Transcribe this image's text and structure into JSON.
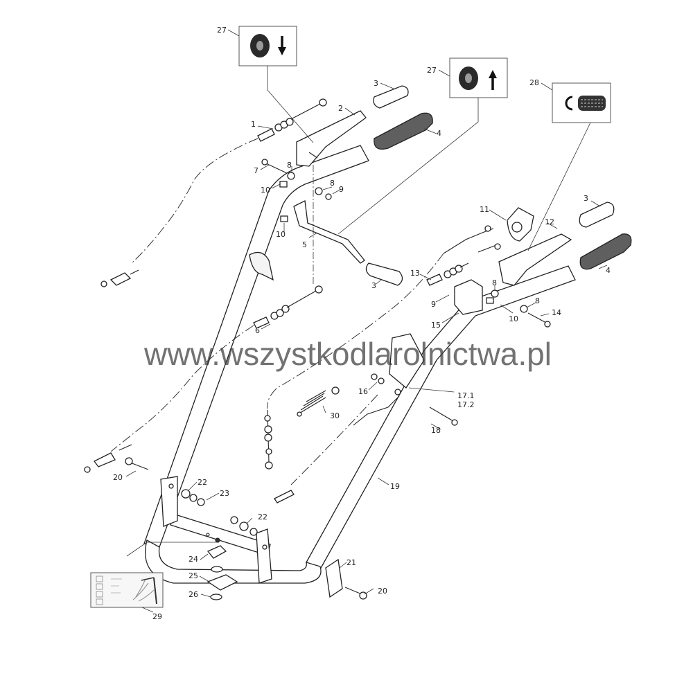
{
  "watermark": "www.wszystkodlarolnictwa.pl",
  "labels": {
    "p1": "1",
    "p2": "2",
    "p3a": "3",
    "p3b": "3",
    "p3c": "3",
    "p4a": "4",
    "p4b": "4",
    "p5": "5",
    "p6": "6",
    "p7": "7",
    "p8a": "8",
    "p8b": "8",
    "p8c": "8",
    "p8d": "8",
    "p9a": "9",
    "p9b": "9",
    "p10a": "10",
    "p10b": "10",
    "p10c": "10",
    "p11": "11",
    "p12": "12",
    "p13": "13",
    "p14": "14",
    "p15": "15",
    "p16": "16",
    "p17a": "17.1",
    "p17b": "17.2",
    "p18": "18",
    "p19": "19",
    "p20a": "20",
    "p20b": "20",
    "p21": "21",
    "p22a": "22",
    "p22b": "22",
    "p23": "23",
    "p24": "24",
    "p25": "25",
    "p26": "26",
    "p27a": "27",
    "p27b": "27",
    "p28": "28",
    "p29": "29",
    "p30": "30"
  },
  "icons": {
    "decal_27_down": "wheel-arrow-down-icon",
    "decal_27_up": "wheel-arrow-up-icon",
    "decal_28": "reverse-wheel-icon",
    "decal_29": "instruction-decal"
  }
}
